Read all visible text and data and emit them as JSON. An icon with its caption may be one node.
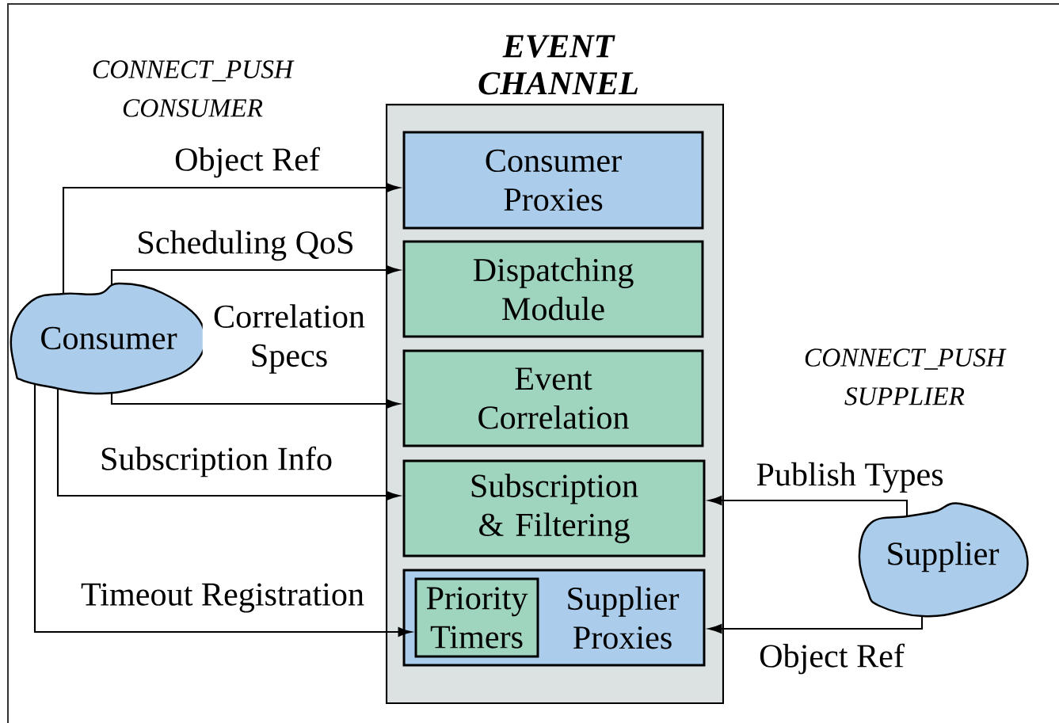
{
  "diagram": {
    "nodes": [
      {
        "text": [
          "EVENT CHANNEL"
        ]
      },
      {
        "text": [
          "Consumer Proxies"
        ],
        "in": 0
      },
      {
        "text": [
          "Dispatching Module"
        ],
        "in": 0
      },
      {
        "text": [
          "Event Correlation"
        ],
        "in": 0
      },
      {
        "text": [
          "Subscription & Filtering"
        ],
        "in": 0
      },
      {
        "text": [
          "Supplier Proxies"
        ],
        "in": 0
      },
      {
        "text": [
          "Priority Timers"
        ],
        "in": 5
      },
      {
        "text": [
          "Consumer"
        ]
      },
      {
        "text": [
          "Supplier"
        ]
      }
    ],
    "edges": [
      {
        "from": 7,
        "to": 1,
        "arrow": "to",
        "label": "Object Ref"
      },
      {
        "from": 7,
        "to": 2,
        "arrow": "to",
        "label": "Scheduling QoS"
      },
      {
        "from": 7,
        "to": 3,
        "arrow": "to",
        "label": "Correlation Specs"
      },
      {
        "from": 7,
        "to": 4,
        "arrow": "to",
        "label": "Subscription Info"
      },
      {
        "from": 7,
        "to": 6,
        "arrow": "to",
        "label": "Timeout Registration"
      },
      {
        "from": 8,
        "to": 4,
        "arrow": "to",
        "label": "Publish Types"
      },
      {
        "from": 8,
        "to": 5,
        "arrow": "to",
        "label": "Object Ref"
      }
    ],
    "labels": [
      "CONNECT_PUSH CONSUMER",
      "CONNECT_PUSH SUPPLIER"
    ]
  }
}
